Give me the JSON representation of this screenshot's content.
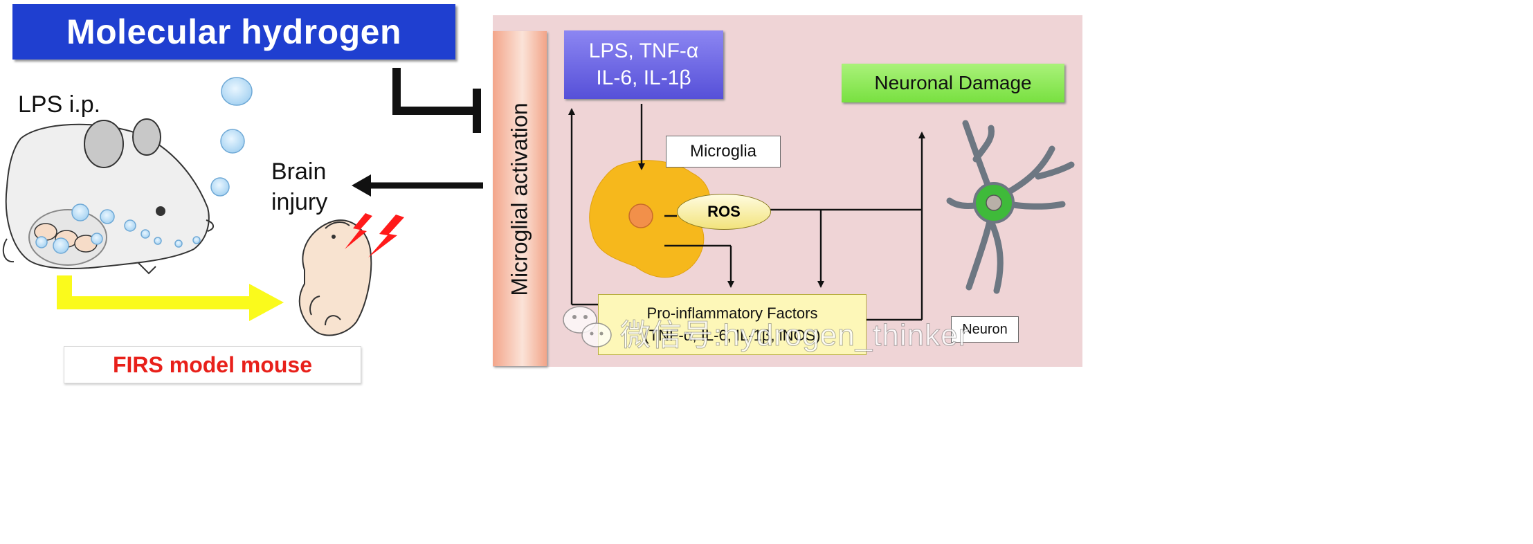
{
  "title": "Molecular hydrogen",
  "left": {
    "lps_ip": "LPS i.p.",
    "brain_injury": [
      "Brain",
      "injury"
    ],
    "model_label": "FIRS model mouse"
  },
  "right": {
    "vertical_label": "Microglial activation",
    "lps_box": [
      "LPS, TNF-α",
      "IL-6, IL-1β"
    ],
    "neuronal_damage": "Neuronal Damage",
    "microglia": "Microglia",
    "ros": "ROS",
    "pro_inflammatory": [
      "Pro-inflammatory Factors",
      "(TNF-α, IL-6, IL-1β, iNOS)"
    ],
    "neuron": "Neuron"
  },
  "watermark": "微信号:hydrogen_thinker",
  "colors": {
    "title_bg": "#1f3fd0",
    "panel_bg": "#efd4d6",
    "lps_box": "#6f69e6",
    "neuronal_damage": "#8ee85a",
    "pro_box": "#fdf7b8",
    "ros": "#f5e88a",
    "microglia_cell": "#f6b81c",
    "neuron_cell": "#3fba3a",
    "firs_text": "#e8201a",
    "yellow_arrow": "#fafa1c"
  }
}
